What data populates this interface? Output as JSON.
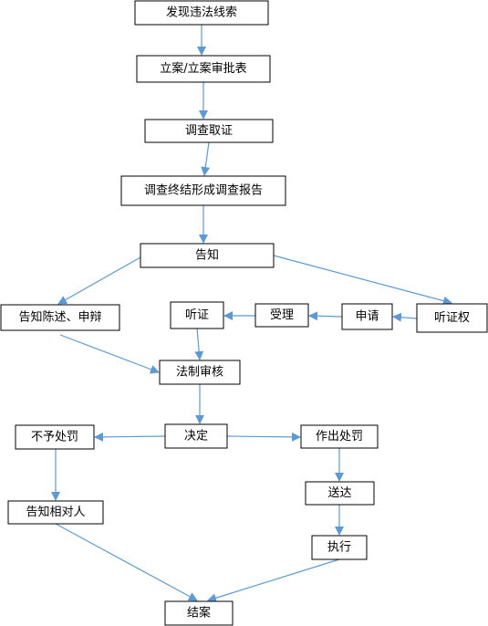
{
  "nodes": [
    {
      "id": "n1",
      "label": "发现违法线索"
    },
    {
      "id": "n2",
      "label": "立案/立案审批表"
    },
    {
      "id": "n3",
      "label": "调查取证"
    },
    {
      "id": "n4",
      "label": "调查终结形成调查报告"
    },
    {
      "id": "n5",
      "label": "告知"
    },
    {
      "id": "n6",
      "label": "告知陈述、申辩"
    },
    {
      "id": "n7",
      "label": "听证"
    },
    {
      "id": "n8",
      "label": "受理"
    },
    {
      "id": "n9",
      "label": "申请"
    },
    {
      "id": "n10",
      "label": "听证权"
    },
    {
      "id": "n11",
      "label": "法制审核"
    },
    {
      "id": "n12",
      "label": "决定"
    },
    {
      "id": "n13",
      "label": "不予处罚"
    },
    {
      "id": "n14",
      "label": "作出处罚"
    },
    {
      "id": "n15",
      "label": "送达"
    },
    {
      "id": "n16",
      "label": "告知相对人"
    },
    {
      "id": "n17",
      "label": "执行"
    },
    {
      "id": "n18",
      "label": "结案"
    }
  ],
  "edges": [
    {
      "from": "n1",
      "to": "n2"
    },
    {
      "from": "n2",
      "to": "n3"
    },
    {
      "from": "n3",
      "to": "n4"
    },
    {
      "from": "n4",
      "to": "n5"
    },
    {
      "from": "n5",
      "to": "n6"
    },
    {
      "from": "n5",
      "to": "n10"
    },
    {
      "from": "n10",
      "to": "n9"
    },
    {
      "from": "n9",
      "to": "n8"
    },
    {
      "from": "n8",
      "to": "n7"
    },
    {
      "from": "n7",
      "to": "n11"
    },
    {
      "from": "n6",
      "to": "n11"
    },
    {
      "from": "n11",
      "to": "n12"
    },
    {
      "from": "n12",
      "to": "n13"
    },
    {
      "from": "n12",
      "to": "n14"
    },
    {
      "from": "n14",
      "to": "n15"
    },
    {
      "from": "n15",
      "to": "n17"
    },
    {
      "from": "n13",
      "to": "n16"
    },
    {
      "from": "n16",
      "to": "n18"
    },
    {
      "from": "n17",
      "to": "n18"
    }
  ],
  "colors": {
    "edge": "#5b9bd5",
    "box_border": "#000000"
  }
}
